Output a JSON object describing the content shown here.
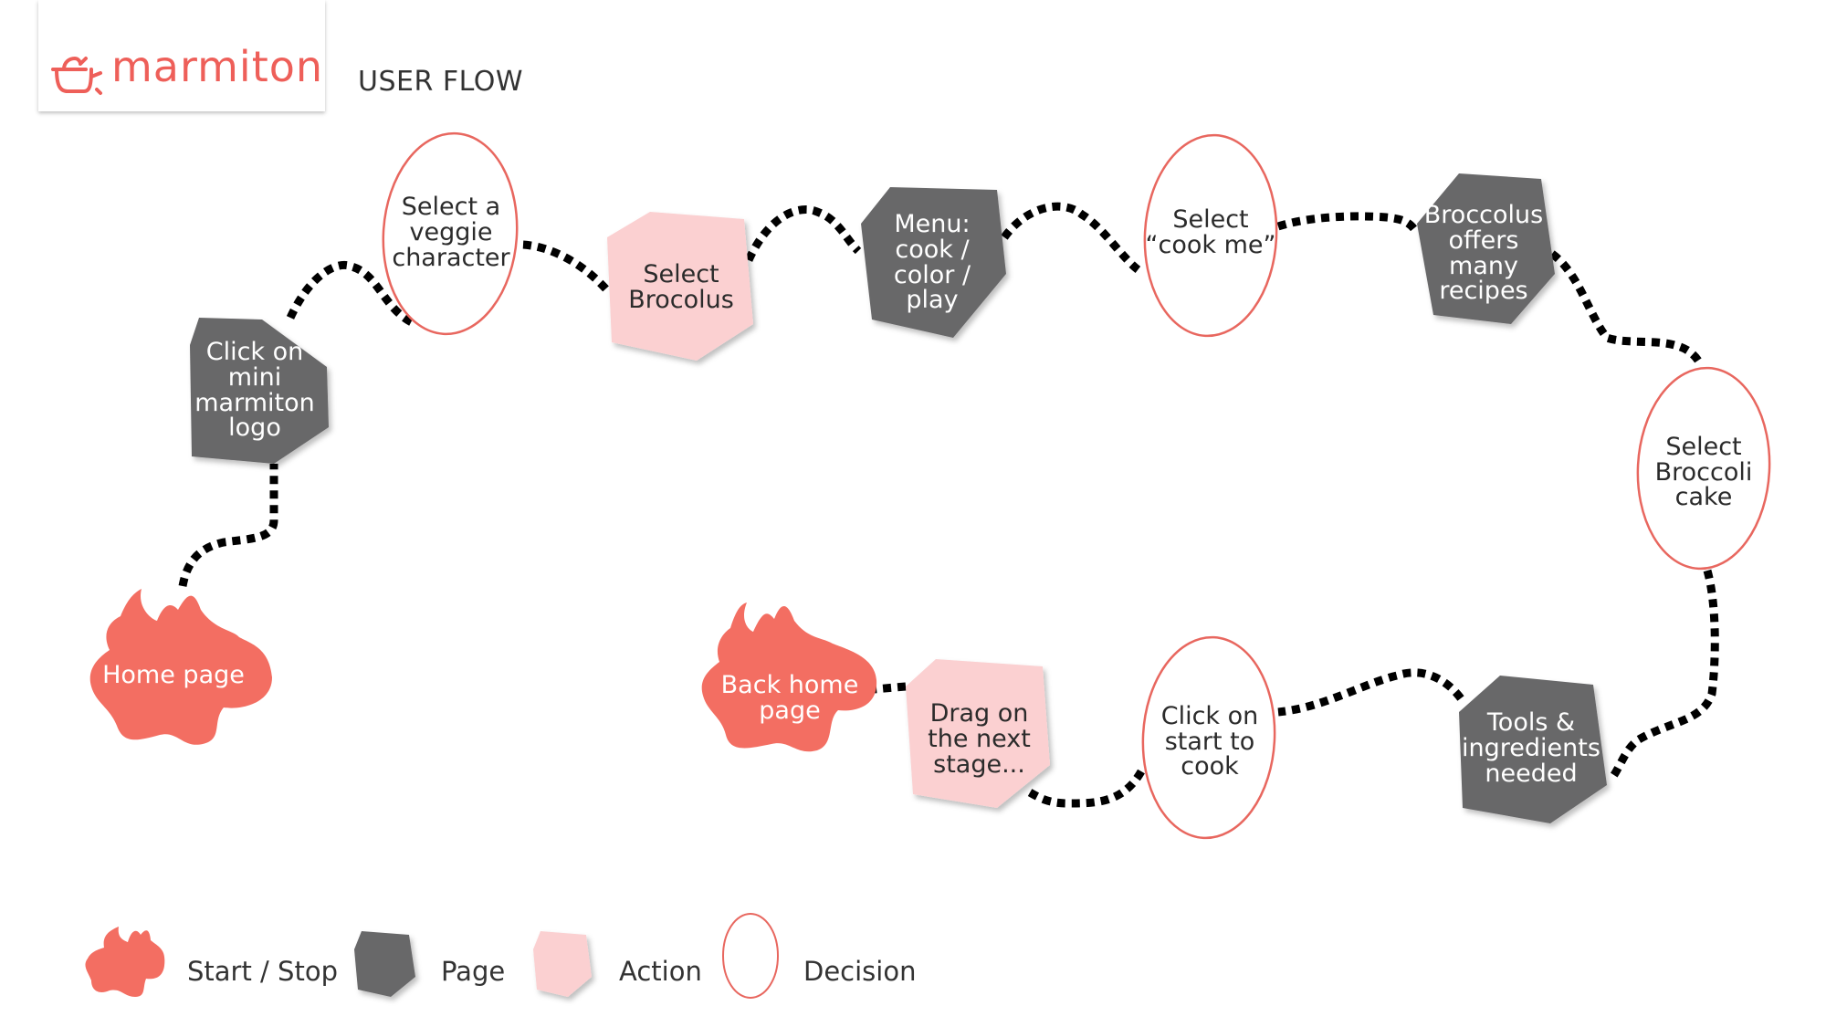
{
  "header": {
    "brand": "marmiton",
    "title": "USER FLOW"
  },
  "colors": {
    "start_stop": "#f36e62",
    "page": "#686769",
    "action": "#fbd0d1",
    "decision_stroke": "#e8675f",
    "brand": "#ee5f59"
  },
  "icons": {
    "brand_logo": "cooking-pot-icon"
  },
  "nodes": {
    "home_page": "Home page",
    "click_mini_logo": "Click on\nmini\nmarmiton\nlogo",
    "select_veggie": "Select a\nveggie\ncharacter",
    "select_brocolus": "Select\nBrocolus",
    "menu": "Menu:\ncook /\ncolor /\nplay",
    "select_cook_me": "Select\n“cook me”",
    "broccolus_recipes": "Broccolus\noffers\nmany\nrecipes",
    "select_broccoli_cake": "Select\nBroccoli\ncake",
    "tools_ingredients": "Tools &\ningredients\nneeded",
    "click_start_cook": "Click on\nstart to\ncook",
    "drag_next_stage": "Drag on\nthe next\nstage...",
    "back_home": "Back home\npage"
  },
  "legend": {
    "start_stop": "Start / Stop",
    "page": "Page",
    "action": "Action",
    "decision": "Decision"
  }
}
